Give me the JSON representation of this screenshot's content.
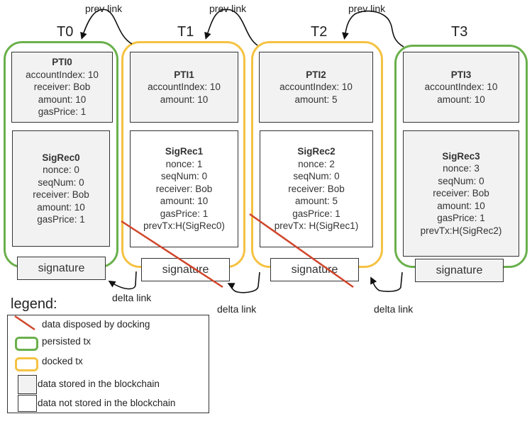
{
  "transactions": [
    {
      "label": "T0",
      "status": "persisted",
      "pti": {
        "title": "PTI0",
        "lines": [
          "accountIndex: 10",
          "receiver: Bob",
          "amount: 10",
          "gasPrice: 1"
        ],
        "stored": true
      },
      "sigrec": {
        "title": "SigRec0",
        "lines": [
          "nonce: 0",
          "seqNum: 0",
          "receiver: Bob",
          "amount: 10",
          "gasPrice: 1"
        ],
        "stored": true
      },
      "signature": {
        "label": "signature",
        "stored": true
      }
    },
    {
      "label": "T1",
      "status": "docked",
      "pti": {
        "title": "PTI1",
        "lines": [
          "accountIndex: 10",
          "amount: 10"
        ],
        "stored": true
      },
      "sigrec": {
        "title": "SigRec1",
        "lines": [
          "nonce: 1",
          "seqNum: 0",
          "receiver: Bob",
          "amount: 10",
          "gasPrice: 1",
          "prevTx:H(SigRec0)"
        ],
        "stored": false
      },
      "signature": {
        "label": "signature",
        "stored": false
      }
    },
    {
      "label": "T2",
      "status": "docked",
      "pti": {
        "title": "PTI2",
        "lines": [
          "accountIndex: 10",
          "amount: 5"
        ],
        "stored": true
      },
      "sigrec": {
        "title": "SigRec2",
        "lines": [
          "nonce: 2",
          "seqNum: 0",
          "receiver: Bob",
          "amount: 5",
          "gasPrice: 1",
          "prevTx: H(SigRec1)"
        ],
        "stored": false
      },
      "signature": {
        "label": "signature",
        "stored": false
      }
    },
    {
      "label": "T3",
      "status": "persisted",
      "pti": {
        "title": "PTI3",
        "lines": [
          "accountIndex: 10",
          "amount: 10"
        ],
        "stored": true
      },
      "sigrec": {
        "title": "SigRec3",
        "lines": [
          "nonce: 3",
          "seqNum: 0",
          "receiver: Bob",
          "amount: 10",
          "gasPrice: 1",
          "prevTx:H(SigRec2)"
        ],
        "stored": true
      },
      "signature": {
        "label": "signature",
        "stored": true
      }
    }
  ],
  "links": {
    "prev_link_label": "prev link",
    "delta_link_label": "delta link"
  },
  "legend": {
    "title": "legend:",
    "items": [
      {
        "kind": "disposed-line",
        "label": "data disposed by docking"
      },
      {
        "kind": "persisted-swatch",
        "label": "persisted tx"
      },
      {
        "kind": "docked-swatch",
        "label": "docked tx"
      },
      {
        "kind": "stored-swatch",
        "label": "data stored in the blockchain"
      },
      {
        "kind": "not-stored-swatch",
        "label": "data not stored in the blockchain"
      }
    ]
  },
  "colors": {
    "persisted": "#6ab04c",
    "docked": "#f5c242",
    "disposed": "#d0452a",
    "stored_fill": "#f2f2f2",
    "not_stored_fill": "#ffffff"
  }
}
